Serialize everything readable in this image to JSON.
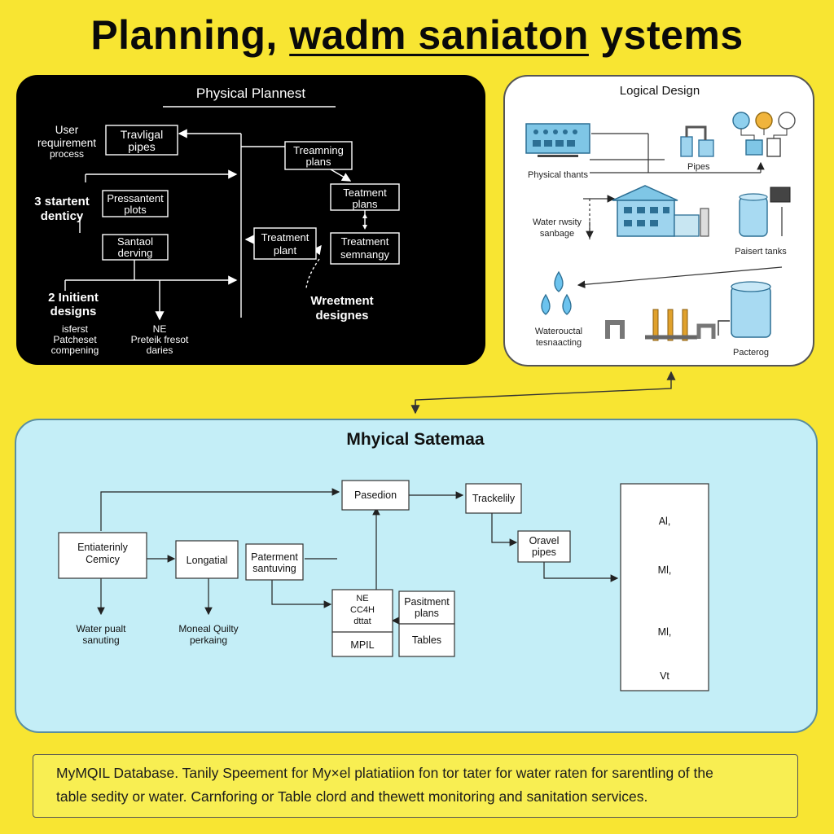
{
  "title": {
    "part1": "Planning,",
    "part2": "wadm saniaton",
    "part3": "ystems"
  },
  "physical_panel": {
    "title": "Physical Plannest",
    "side_labels": {
      "user_req": [
        "User",
        "requirement",
        "process"
      ],
      "stages": [
        "3 startent",
        "denticy"
      ],
      "initient": [
        "2 Initient",
        "designs"
      ],
      "completing": [
        "isferst",
        "Patcheset",
        "compening"
      ],
      "fresot": [
        "NE",
        "Preteik fresot",
        "daries"
      ],
      "wreetment": [
        "Wreetment",
        "designes"
      ]
    },
    "boxes": {
      "travigal": [
        "Travligal",
        "pipes"
      ],
      "treamning": [
        "Treamning",
        "plans"
      ],
      "teatment": [
        "Teatment",
        "plans"
      ],
      "pressantent": [
        "Pressantent",
        "plots"
      ],
      "santaol": [
        "Santaol",
        "derving"
      ],
      "treatment_plant": [
        "Treatment",
        "plant"
      ],
      "treatment_semnangy": [
        "Treatment",
        "semnangy"
      ]
    }
  },
  "logical_panel": {
    "title": "Logical Design",
    "labels": {
      "physical_thants": "Physical thants",
      "pipes": "Pipes",
      "water_quality": [
        "Water rwsity",
        "sanbage"
      ],
      "parent_tanks": "Paisert tanks",
      "waterouctal": [
        "Waterouctal",
        "tesnaacting"
      ],
      "pacterog": "Pacterog"
    }
  },
  "schema_panel": {
    "title": "Mhyical Satemaa",
    "boxes": {
      "pasedion": "Pasedion",
      "trackeliy": "Trackelily",
      "entiatering": [
        "Entiaterinly",
        "Cemicy"
      ],
      "longatial": "Longatial",
      "paterment": [
        "Paterment",
        "santuving"
      ],
      "oravel": [
        "Oravel",
        "pipes"
      ],
      "nc_stack": [
        "NE",
        "CC4H",
        "dttat"
      ],
      "mpil": "MPIL",
      "pasitment": [
        "Pasitment",
        "plans"
      ],
      "tables": "Tables",
      "column": [
        "Al,",
        "Ml,",
        "Ml,",
        "Vt"
      ]
    },
    "labels": {
      "water_quality": [
        "Water pualt",
        "sanuting"
      ],
      "moneal_quality": [
        "Moneal Quilty",
        "perkaing"
      ]
    }
  },
  "footer": {
    "line1": "MyMQIL Database. Tanily Speement for My×el platiatiion fon tor tater for water raten for sarentling of the",
    "line2": "table sedity or water. Carnforing or Table clord and thewett monitoring and sanitation services."
  }
}
